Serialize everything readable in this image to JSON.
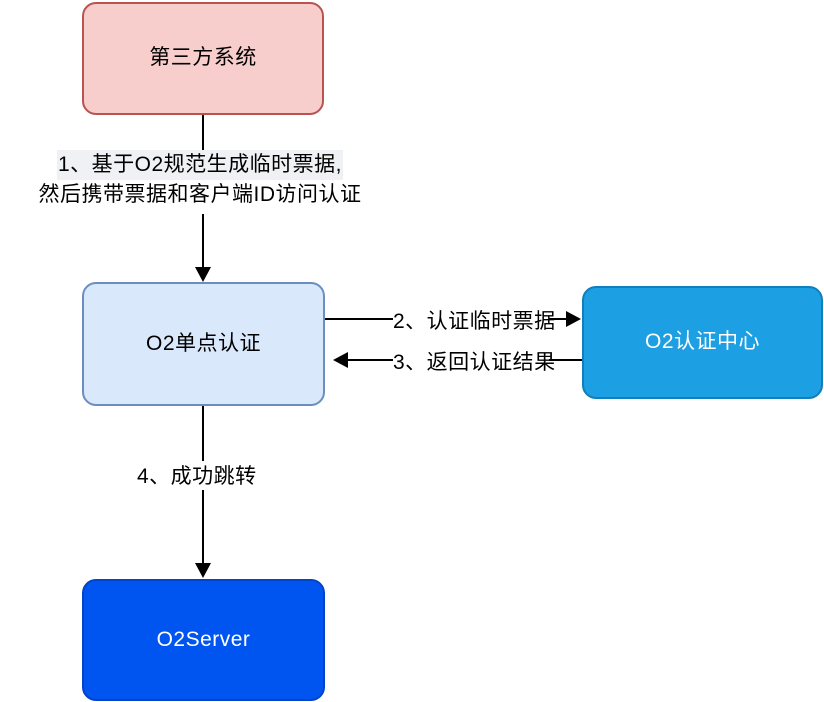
{
  "diagram": {
    "type": "flowchart",
    "title": "O2 single sign-on authentication flow",
    "nodes": [
      {
        "id": "third-party",
        "label": "第三方系统",
        "fill": "#f8cecc",
        "stroke": "#b85450",
        "text_color": "#000000"
      },
      {
        "id": "sso",
        "label": "O2单点认证",
        "fill": "#dae8fc",
        "stroke": "#6c8ebf",
        "text_color": "#000000"
      },
      {
        "id": "auth-center",
        "label": "O2认证中心",
        "fill": "#1c9fe3",
        "stroke": "#0f7fbd",
        "text_color": "#ffffff"
      },
      {
        "id": "o2server",
        "label": "O2Server",
        "fill": "#0055f0",
        "stroke": "#0044cc",
        "text_color": "#ffffff"
      }
    ],
    "edges": [
      {
        "id": "step1",
        "from": "third-party",
        "to": "sso",
        "direction": "down",
        "label_line1": "1、基于O2规范生成临时票据,",
        "label_line2": "然后携带票据和客户端ID访问认证",
        "label_highlight": "#eff1f4"
      },
      {
        "id": "step2",
        "from": "sso",
        "to": "auth-center",
        "direction": "right",
        "label": "2、认证临时票据"
      },
      {
        "id": "step3",
        "from": "auth-center",
        "to": "sso",
        "direction": "left",
        "label": "3、返回认证结果"
      },
      {
        "id": "step4",
        "from": "sso",
        "to": "o2server",
        "direction": "down",
        "label": "4、成功跳转"
      }
    ]
  }
}
